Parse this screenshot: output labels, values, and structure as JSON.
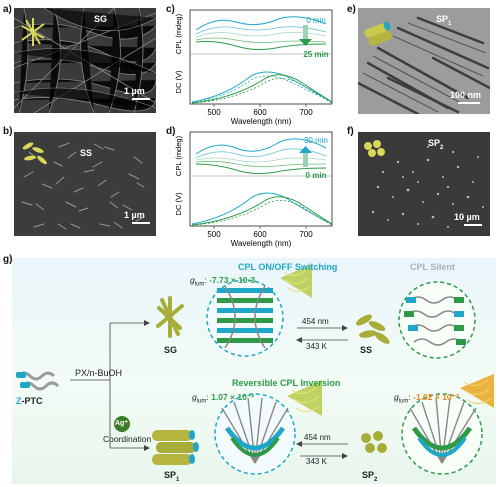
{
  "panels": {
    "a": {
      "letter": "a)",
      "sample": "SG",
      "scale": "1 µm"
    },
    "b": {
      "letter": "b)",
      "sample": "SS",
      "scale": "1 µm"
    },
    "c": {
      "letter": "c)",
      "ylabel_top": "CPL (mdeg)",
      "ylabel_bottom": "DC (V)",
      "xlabel": "Wavelength (nm)",
      "ticks": [
        "500",
        "600",
        "700"
      ],
      "time_start": "0 min",
      "time_end": "25 min"
    },
    "d": {
      "letter": "d)",
      "ylabel_top": "CPL (mdeg)",
      "ylabel_bottom": "DC (V)",
      "xlabel": "Wavelength (nm)",
      "ticks": [
        "500",
        "600",
        "700"
      ],
      "time_start": "30 min",
      "time_end": "0 min"
    },
    "e": {
      "letter": "e)",
      "sample": "SP",
      "sample_sub": "1",
      "scale": "100 nm"
    },
    "f": {
      "letter": "f)",
      "sample": "SP",
      "sample_sub": "2",
      "scale": "10 µm"
    }
  },
  "scheme": {
    "letter": "g)",
    "start_label": "Z-PTC",
    "start_label_prefix": "Z",
    "start_label_rest": "-PTC",
    "solvent": "PX/n-BuOH",
    "metal": "Ag⁺",
    "coordination": "Coordination",
    "switch_title": "CPL ON/OFF Switching",
    "inversion_title": "Reversible CPL Inversion",
    "silent": "CPL Silent",
    "sg": "SG",
    "ss": "SS",
    "sp1": "SP",
    "sp1_sub": "1",
    "sp2": "SP",
    "sp2_sub": "2",
    "glum_sg": "-7.73 × 10-3",
    "glum_sp1": "1.07 × 10⁻²",
    "glum_sp2": "-1.02 × 10⁻²",
    "glum_label": "g",
    "glum_sub": "lum",
    "cond_light": "454 nm",
    "cond_heat": "343 K",
    "colors": {
      "cyan": "#1fa7c9",
      "green": "#2e9a47",
      "orange": "#e8821e",
      "olive": "#a8ad3a"
    }
  }
}
